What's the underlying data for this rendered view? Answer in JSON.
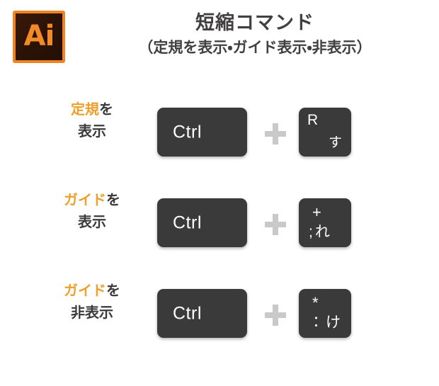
{
  "app": {
    "logo_text": "Ai",
    "logo_name": "adobe-illustrator-logo",
    "border_color": "#f08321",
    "fill_color": "#2b1207"
  },
  "header": {
    "title": "短縮コマンド",
    "subtitle": "（定規を表示・ガイド表示・非表示）"
  },
  "colors": {
    "accent_orange": "#eda02b",
    "text_dark": "#3a3a3a",
    "key_dark": "#3a3a3a",
    "plus_gray": "#c9c9c9"
  },
  "rows": [
    {
      "label_highlight": "定規",
      "label_particle": "を",
      "label_line2": "表示",
      "modifier_key": "Ctrl",
      "separator": "+",
      "key": {
        "layout": "corner",
        "top_left": "R",
        "bottom_right": "す"
      }
    },
    {
      "label_highlight": "ガイド",
      "label_particle": "を",
      "label_line2": "表示",
      "modifier_key": "Ctrl",
      "separator": "+",
      "key": {
        "layout": "stacked",
        "top": "+",
        "bottom_left": ";",
        "bottom_right": "れ"
      }
    },
    {
      "label_highlight": "ガイド",
      "label_particle": "を",
      "label_line2": "非表示",
      "modifier_key": "Ctrl",
      "separator": "+",
      "key": {
        "layout": "stacked",
        "top": "*",
        "bottom_left": "：",
        "bottom_right": "け"
      }
    }
  ]
}
